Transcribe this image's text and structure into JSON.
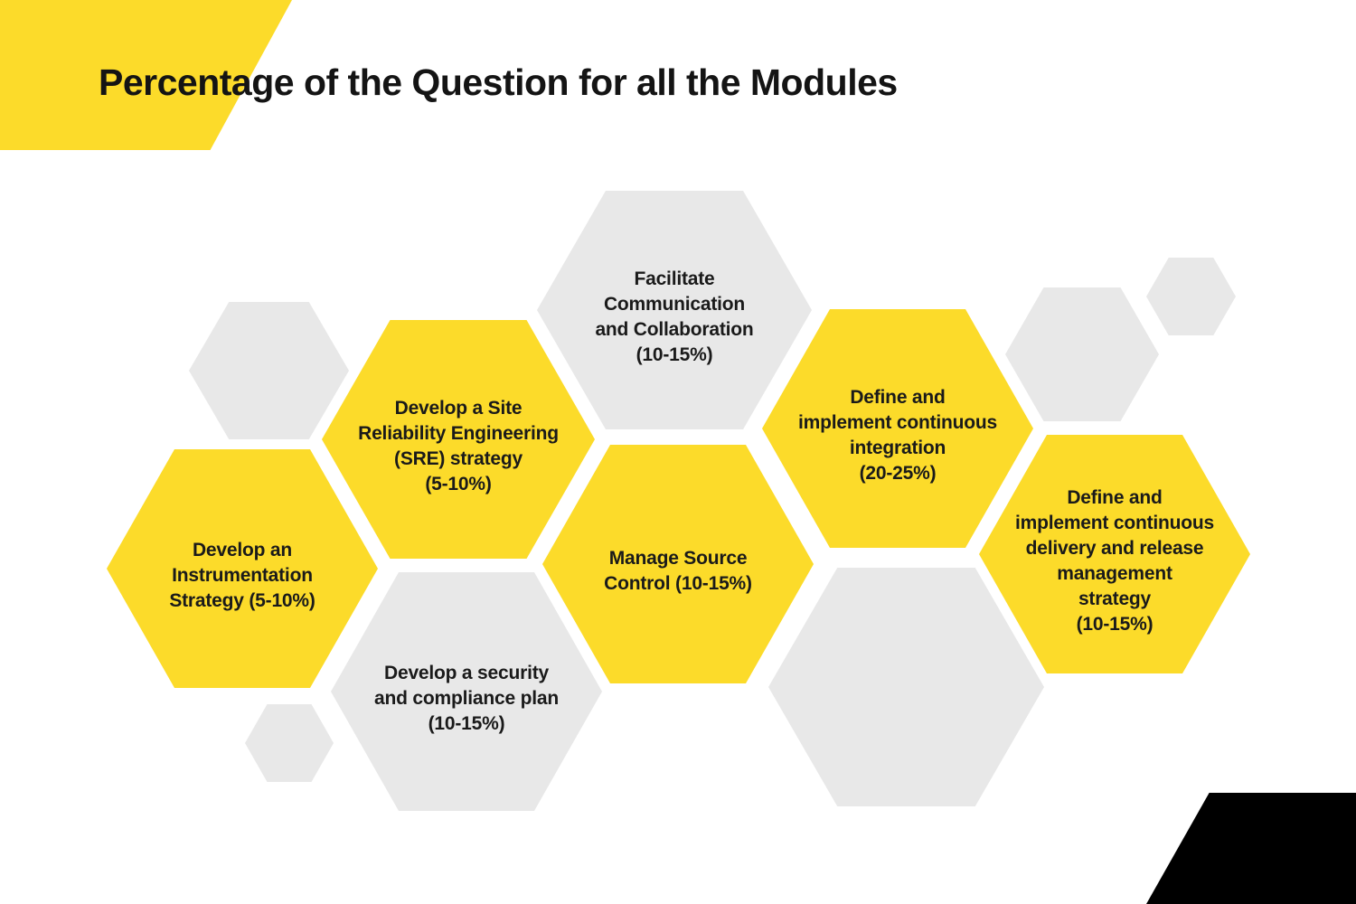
{
  "title": "Percentage of the Question for all the Modules",
  "colors": {
    "yellow": "#FCDB2A",
    "gray": "#E8E8E8",
    "corner_black": "#000000",
    "text": "#1A1A1A"
  },
  "modules": [
    {
      "name": "Facilitate Communication and Collaboration",
      "percentage": "10-15%",
      "color": "gray",
      "lines": [
        "Facilitate",
        "Communication",
        "and Collaboration",
        "(10-15%)"
      ]
    },
    {
      "name": "Develop a Site Reliability Engineering (SRE) strategy",
      "percentage": "5-10%",
      "color": "yellow",
      "lines": [
        "Develop a Site",
        "Reliability Engineering",
        "(SRE) strategy",
        "(5-10%)"
      ]
    },
    {
      "name": "Develop an Instrumentation Strategy",
      "percentage": "5-10%",
      "color": "yellow",
      "lines": [
        "Develop an",
        "Instrumentation",
        "Strategy (5-10%)"
      ]
    },
    {
      "name": "Manage Source Control",
      "percentage": "10-15%",
      "color": "yellow",
      "lines": [
        "Manage Source",
        "Control (10-15%)"
      ]
    },
    {
      "name": "Develop a security and compliance plan",
      "percentage": "10-15%",
      "color": "gray",
      "lines": [
        "Develop a security",
        "and compliance plan",
        "(10-15%)"
      ]
    },
    {
      "name": "Define and implement continuous integration",
      "percentage": "20-25%",
      "color": "yellow",
      "lines": [
        "Define and",
        "implement continuous",
        "integration",
        "(20-25%)"
      ]
    },
    {
      "name": "Define and implement continuous delivery and release management strategy",
      "percentage": "10-15%",
      "color": "yellow",
      "lines": [
        "Define and",
        "implement continuous",
        "delivery and release",
        "management",
        "strategy",
        "(10-15%)"
      ]
    }
  ]
}
